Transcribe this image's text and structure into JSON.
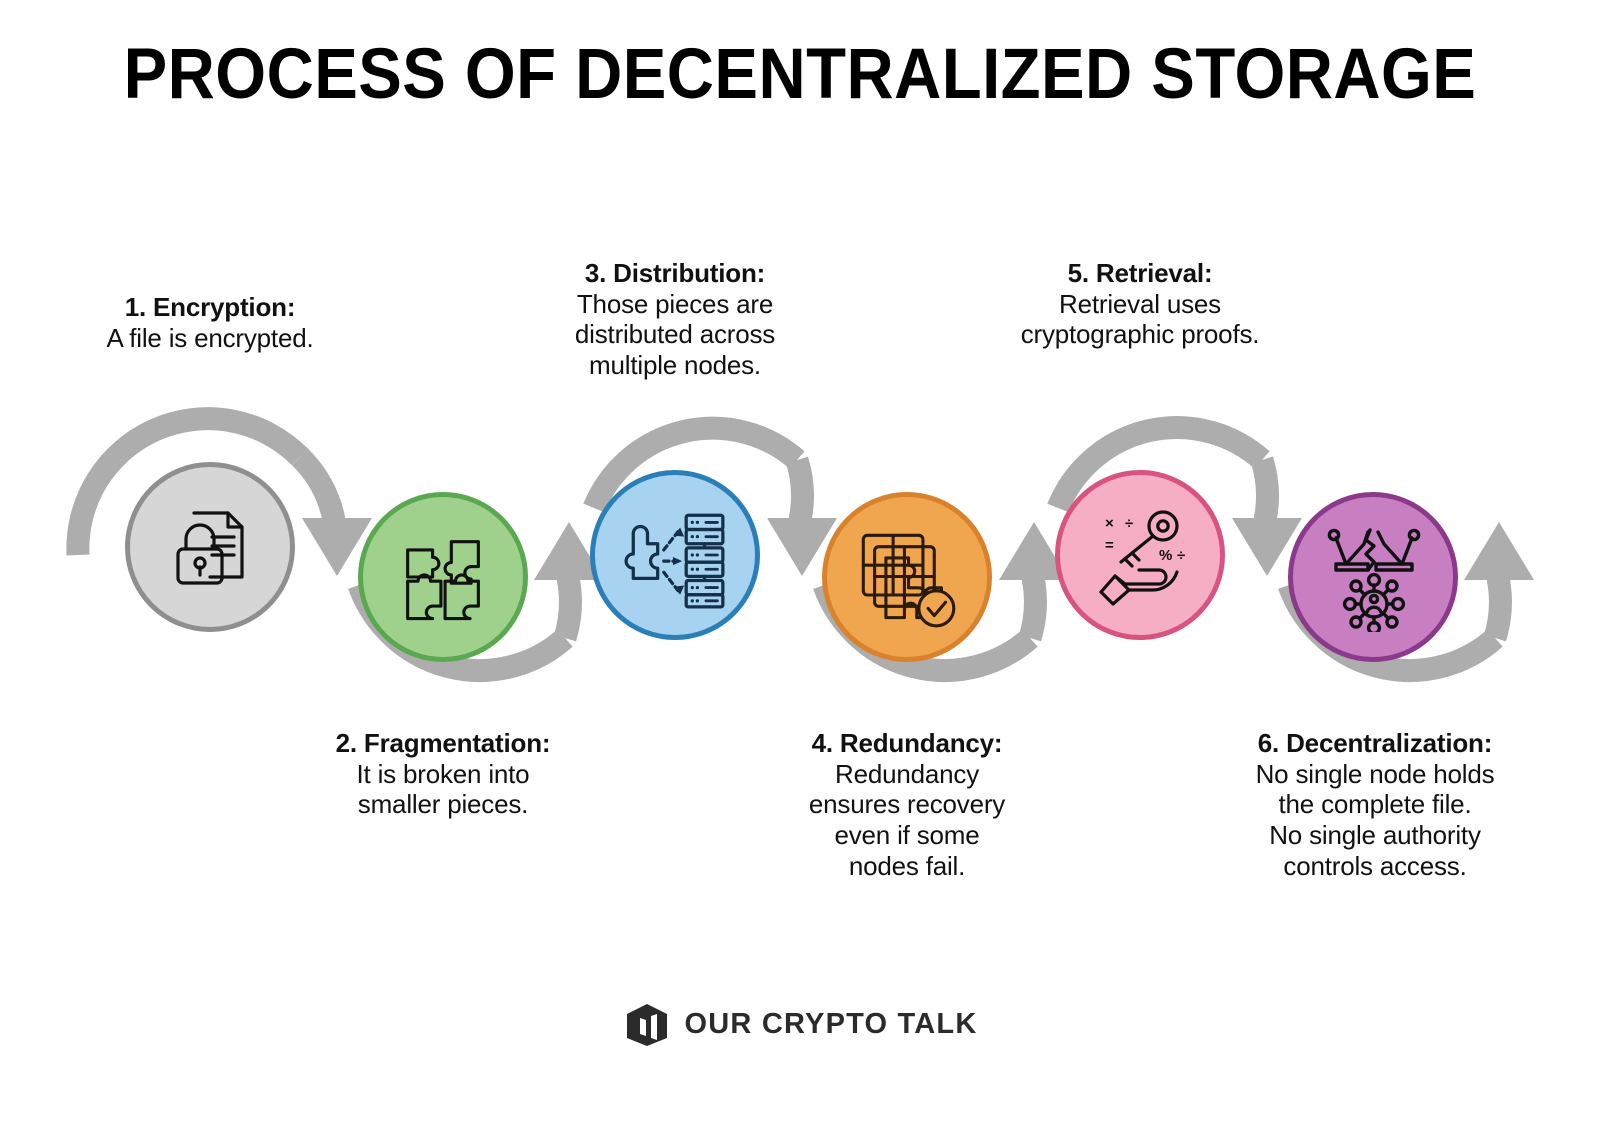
{
  "page": {
    "title": "PROCESS OF DECENTRALIZED STORAGE",
    "background": "#ffffff"
  },
  "steps": [
    {
      "number": "1",
      "heading": "1. Encryption:",
      "body": "A file is encrypted.",
      "icon": "document-lock-icon",
      "fill": "#d6d6d6",
      "stroke": "#8f8f8f",
      "position": "above"
    },
    {
      "number": "2",
      "heading": "2. Fragmentation:",
      "body_lines": [
        "It is broken into",
        "smaller pieces."
      ],
      "icon": "puzzle-pieces-icon",
      "fill": "#9fd18c",
      "stroke": "#5aa84f",
      "position": "below"
    },
    {
      "number": "3",
      "heading": "3. Distribution:",
      "body_lines": [
        "Those pieces are",
        "distributed across",
        "multiple nodes."
      ],
      "icon": "puzzle-to-servers-icon",
      "fill": "#a8d3f0",
      "stroke": "#2a7fb8",
      "position": "above"
    },
    {
      "number": "4",
      "heading": "4. Redundancy:",
      "body_lines": [
        "Redundancy",
        "ensures recovery",
        "even if some",
        "nodes fail."
      ],
      "icon": "stacked-puzzle-check-icon",
      "fill": "#f0a64e",
      "stroke": "#d9822b",
      "position": "below"
    },
    {
      "number": "5",
      "heading": "5. Retrieval:",
      "body_lines": [
        "Retrieval uses",
        "cryptographic proofs."
      ],
      "icon": "hand-key-proof-icon",
      "fill": "#f5aec4",
      "stroke": "#d8537f",
      "position": "above"
    },
    {
      "number": "6",
      "heading": "6. Decentralization:",
      "body_lines": [
        "No single node holds",
        "the complete file.",
        "No single authority",
        "controls access."
      ],
      "icon": "broken-crown-network-icon",
      "fill": "#c77fc2",
      "stroke": "#8b3a8b",
      "position": "below"
    }
  ],
  "flow": {
    "arrow_color": "#adadad",
    "arrow_name": "serpentine-flow-arrow"
  },
  "footer": {
    "logo_mark": "cube-logo-icon",
    "brand": "OUR CRYPTO TALK",
    "brand_color": "#2b2b2b"
  }
}
